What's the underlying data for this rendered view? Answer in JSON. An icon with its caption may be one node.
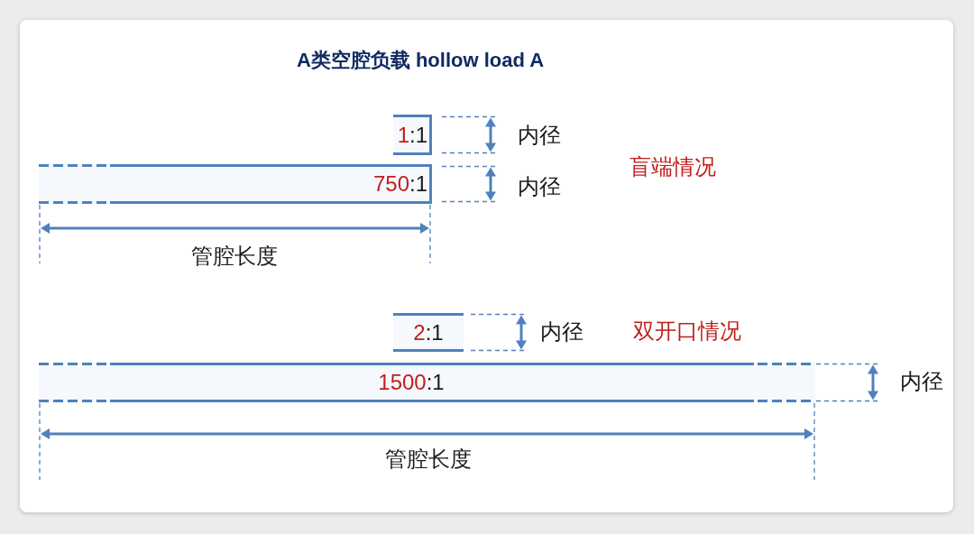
{
  "diagram": {
    "title": "A类空腔负载 hollow load A",
    "nodes": [
      {
        "text": [
          "1:1"
        ]
      },
      {
        "text": [
          "750:1"
        ]
      },
      {
        "text": [
          "2:1"
        ]
      },
      {
        "text": [
          "1500:1"
        ]
      }
    ],
    "labels": [
      "内径",
      "盲端情况",
      "内径",
      "管腔长度",
      "内径",
      "双开口情况",
      "内径",
      "管腔长度"
    ]
  }
}
